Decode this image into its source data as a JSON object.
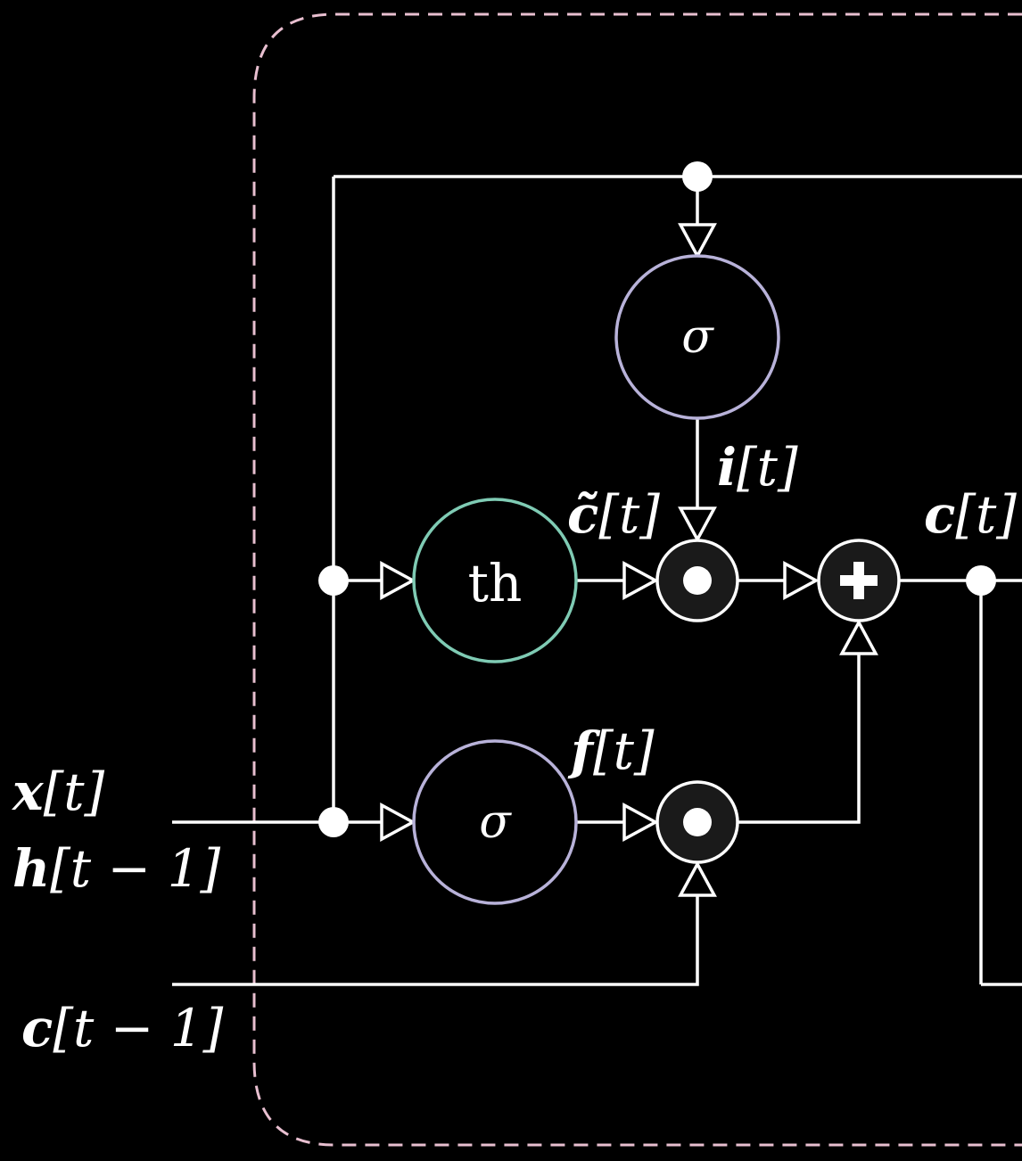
{
  "colors": {
    "background": "#000000",
    "wire": "#ffffff",
    "cell_border": "#e8bfd0",
    "sigma_gate": "#b8b2d9",
    "tanh_gate": "#7fcbb4",
    "op_fill": "#1a1a1a"
  },
  "gates": {
    "input_gate_symbol": "σ",
    "forget_gate_symbol": "σ",
    "tanh_symbol": "th"
  },
  "operators": {
    "multiply_input": "●",
    "multiply_forget": "●",
    "add": "+"
  },
  "labels": {
    "x_var": "x",
    "x_arg": "[t]",
    "h_var": "h",
    "h_arg": "[t − 1]",
    "c_prev_var": "c",
    "c_prev_arg": "[t − 1]",
    "i_var": "i",
    "i_arg": "[t]",
    "ctilde_var": "c̃",
    "ctilde_arg": "[t]",
    "f_var": "f",
    "f_arg": "[t]",
    "c_var": "c",
    "c_arg": "[t]"
  }
}
